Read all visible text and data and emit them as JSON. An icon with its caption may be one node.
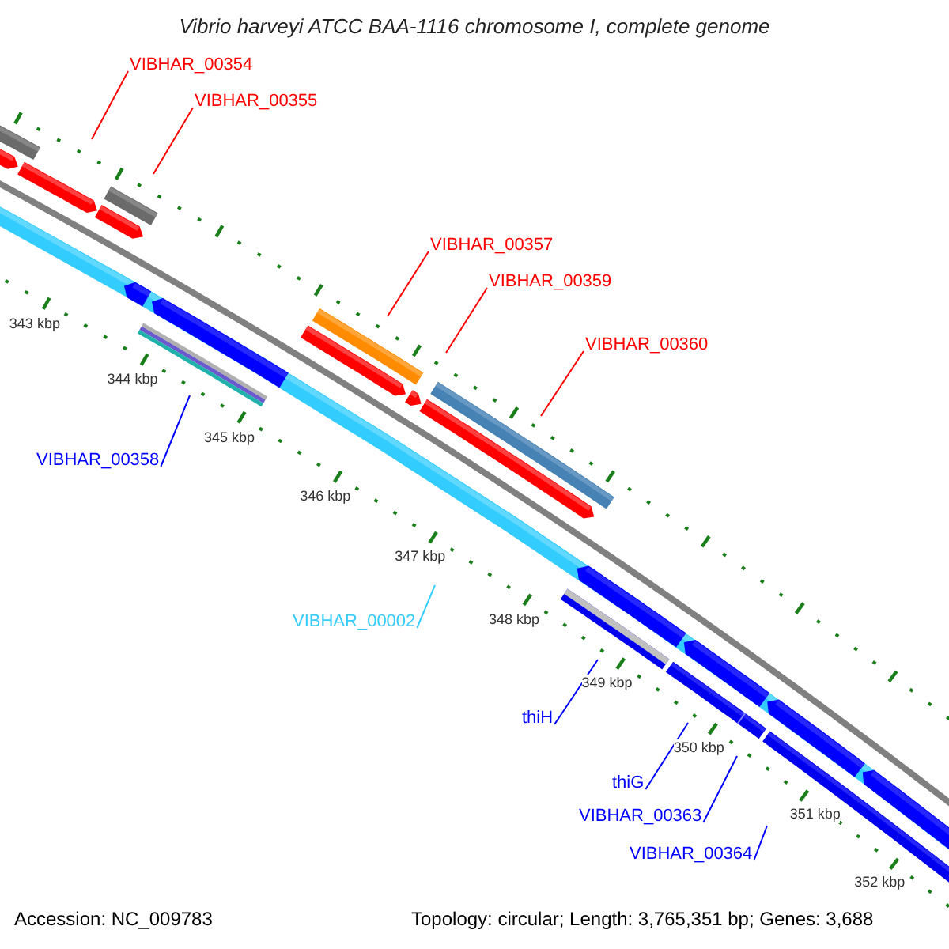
{
  "diagram": {
    "title": "Vibrio harveyi ATCC BAA-1116 chromosome I, complete genome",
    "nodes": [
      {
        "text": [
          "VIBHAR_00354"
        ]
      },
      {
        "text": [
          "VIBHAR_00355"
        ]
      },
      {
        "text": [
          "VIBHAR_00357"
        ]
      },
      {
        "text": [
          "VIBHAR_00359"
        ]
      },
      {
        "text": [
          "VIBHAR_00360"
        ]
      },
      {
        "text": [
          "VIBHAR_00358"
        ]
      },
      {
        "text": [
          "VIBHAR_00002"
        ]
      },
      {
        "text": [
          "thiH"
        ]
      },
      {
        "text": [
          "thiG"
        ]
      },
      {
        "text": [
          "VIBHAR_00363"
        ]
      },
      {
        "text": [
          "VIBHAR_00364"
        ]
      }
    ],
    "edges": [
      {
        "from": 0,
        "to": null,
        "arrow": "none"
      },
      {
        "from": 1,
        "to": null,
        "arrow": "none"
      },
      {
        "from": 2,
        "to": null,
        "arrow": "none"
      },
      {
        "from": 3,
        "to": null,
        "arrow": "none"
      },
      {
        "from": 4,
        "to": null,
        "arrow": "none"
      },
      {
        "from": 5,
        "to": null,
        "arrow": "none",
        "color": "#0000ff"
      },
      {
        "from": 6,
        "to": null,
        "arrow": "none",
        "color": "#33ccff"
      },
      {
        "from": 7,
        "to": null,
        "arrow": "none",
        "color": "#0000ff"
      },
      {
        "from": 8,
        "to": null,
        "arrow": "none",
        "color": "#0000ff"
      },
      {
        "from": 9,
        "to": null,
        "arrow": "none",
        "color": "#0000ff"
      },
      {
        "from": 10,
        "to": null,
        "arrow": "none",
        "color": "#0000ff"
      }
    ],
    "labels": [
      "343 kbp",
      "344 kbp",
      "345 kbp",
      "346 kbp",
      "347 kbp",
      "348 kbp",
      "349 kbp",
      "350 kbp",
      "351 kbp",
      "352 kbp",
      "Accession: NC_009783",
      "Topology: circular; Length: 3,765,351 bp; Genes: 3,688"
    ]
  }
}
